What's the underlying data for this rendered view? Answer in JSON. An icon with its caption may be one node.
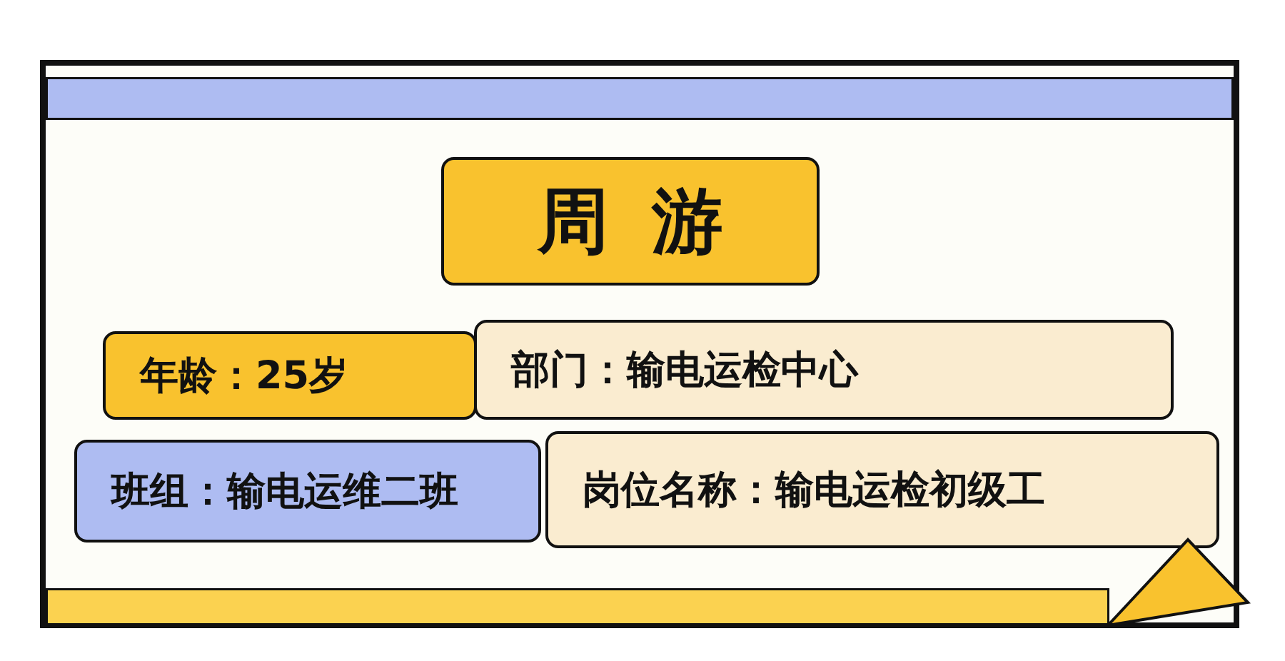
{
  "diagram": {
    "nodes": [
      {
        "text": [],
        "shape": "box"
      },
      {
        "text": [
          "周游"
        ],
        "in": 0
      },
      {
        "text": [
          "年龄：25岁"
        ],
        "in": 0
      },
      {
        "text": [
          "部门：输电运检中心"
        ],
        "in": 0
      },
      {
        "text": [
          "班组：输电运维二班"
        ],
        "in": 0
      },
      {
        "text": [
          "岗位名称：输电运检初级工"
        ],
        "in": 0
      }
    ]
  }
}
